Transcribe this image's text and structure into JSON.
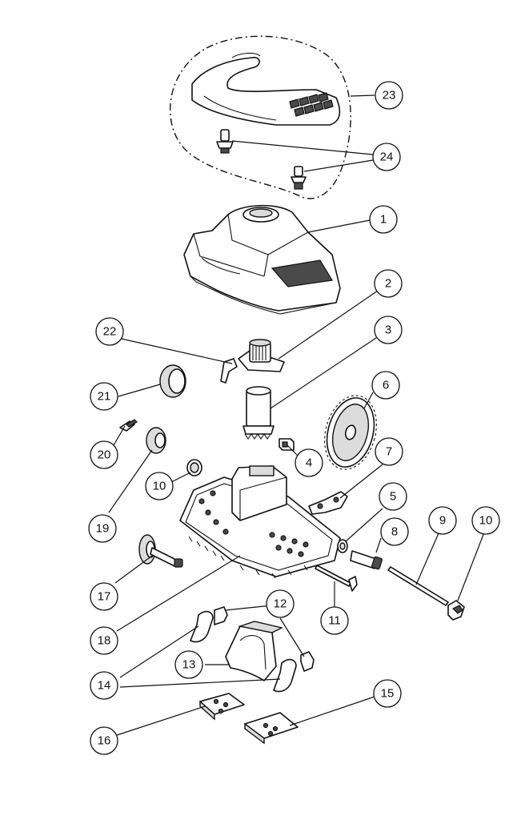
{
  "callouts": [
    {
      "id": "c1",
      "label": "1"
    },
    {
      "id": "c2",
      "label": "2"
    },
    {
      "id": "c3",
      "label": "3"
    },
    {
      "id": "c4",
      "label": "4"
    },
    {
      "id": "c5",
      "label": "5"
    },
    {
      "id": "c6",
      "label": "6"
    },
    {
      "id": "c7",
      "label": "7"
    },
    {
      "id": "c8",
      "label": "8"
    },
    {
      "id": "c9",
      "label": "9"
    },
    {
      "id": "c10a",
      "label": "10"
    },
    {
      "id": "c10b",
      "label": "10"
    },
    {
      "id": "c11",
      "label": "11"
    },
    {
      "id": "c12",
      "label": "12"
    },
    {
      "id": "c13",
      "label": "13"
    },
    {
      "id": "c14",
      "label": "14"
    },
    {
      "id": "c15",
      "label": "15"
    },
    {
      "id": "c16",
      "label": "16"
    },
    {
      "id": "c17",
      "label": "17"
    },
    {
      "id": "c18",
      "label": "18"
    },
    {
      "id": "c19",
      "label": "19"
    },
    {
      "id": "c20",
      "label": "20"
    },
    {
      "id": "c21",
      "label": "21"
    },
    {
      "id": "c22",
      "label": "22"
    },
    {
      "id": "c23",
      "label": "23"
    },
    {
      "id": "c24",
      "label": "24"
    }
  ]
}
